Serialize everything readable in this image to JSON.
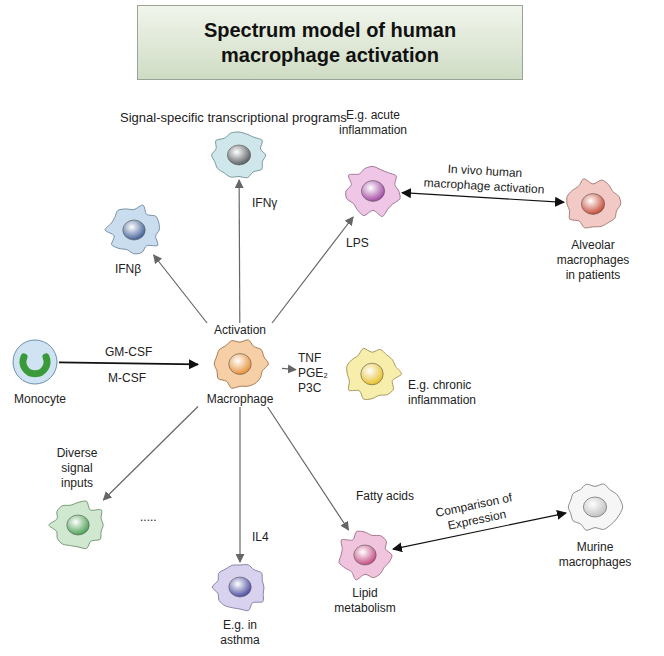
{
  "diagram": {
    "title": "Spectrum model of human macrophage activation",
    "nodes": [
      {
        "text": [
          "Monocyte"
        ]
      },
      {
        "text": [
          "Activation",
          "Macrophage"
        ]
      },
      {
        "text": [
          "IFNβ"
        ]
      },
      {
        "text": [
          "IFNγ"
        ]
      },
      {
        "text": [
          "E.g. acute inflammation",
          "LPS"
        ]
      },
      {
        "text": [
          "Alveolar macrophages in patients"
        ]
      },
      {
        "text": [
          "TNF PGE₂ P3C",
          "E.g. chronic inflammation"
        ]
      },
      {
        "text": [
          "Diverse signal inputs"
        ]
      },
      {
        "text": [
          "IL4",
          "E.g. in asthma"
        ]
      },
      {
        "text": [
          "Fatty acids",
          "Lipid metabolism"
        ]
      },
      {
        "text": [
          "Murine macrophages"
        ]
      }
    ],
    "edges": [
      {
        "from": 0,
        "to": 1,
        "arrow": "to",
        "label": "GM-CSF"
      },
      {
        "from": 1,
        "to": 2,
        "arrow": "to"
      },
      {
        "from": 1,
        "to": 3,
        "arrow": "to"
      },
      {
        "from": 1,
        "to": 4,
        "arrow": "to"
      },
      {
        "from": 1,
        "to": 6,
        "arrow": "to"
      },
      {
        "from": 1,
        "to": 7,
        "arrow": "to"
      },
      {
        "from": 1,
        "to": 8,
        "arrow": "to"
      },
      {
        "from": 1,
        "to": 9,
        "arrow": "to"
      },
      {
        "from": 4,
        "to": 5,
        "arrow": "both",
        "label": "In vivo human macrophage activation"
      },
      {
        "from": 9,
        "to": 10,
        "arrow": "both",
        "label": "Comparison of Expression"
      }
    ],
    "labels": [
      "Signal-specific transcriptional programs",
      "M-CSF",
      "....."
    ]
  }
}
